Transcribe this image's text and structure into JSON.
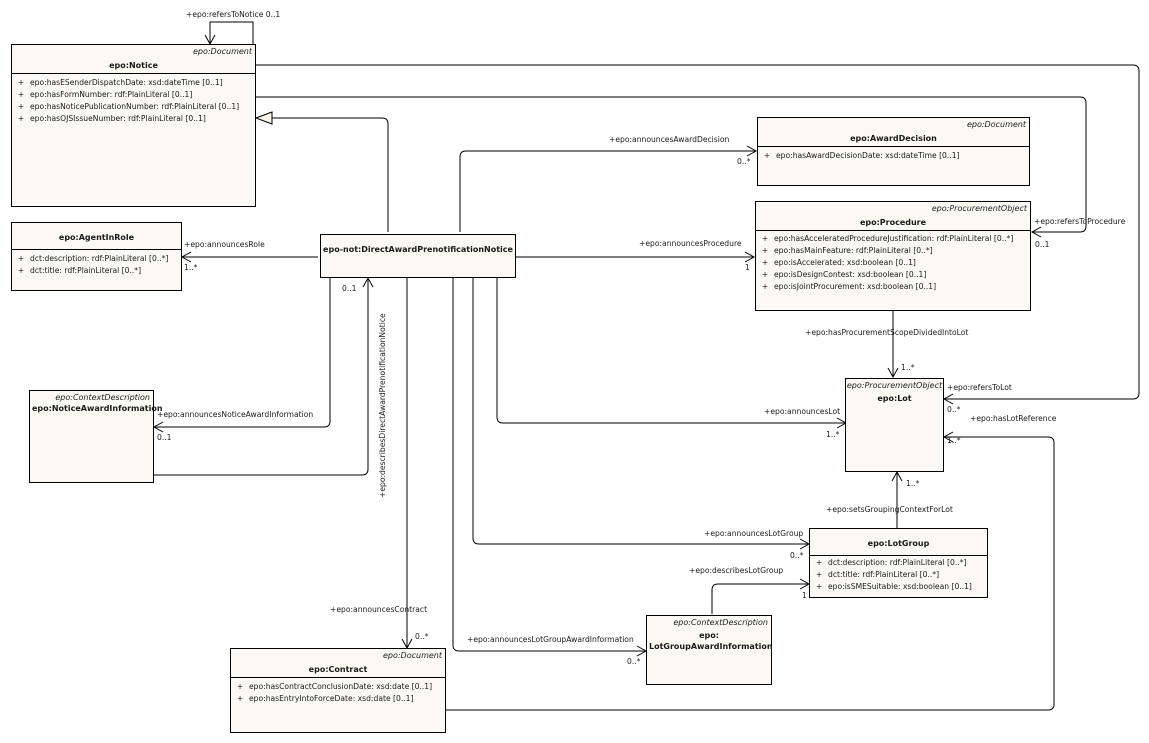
{
  "classes": {
    "notice": {
      "stereotype": "epo:Document",
      "name": "epo:Notice",
      "attributes": [
        {
          "vis": "+",
          "text": "epo:hasESenderDispatchDate: xsd:dateTime [0..1]"
        },
        {
          "vis": "+",
          "text": "epo:hasFormNumber: rdf:PlainLiteral [0..1]"
        },
        {
          "vis": "+",
          "text": "epo:hasNoticePublicationNumber: rdf:PlainLiteral [0..1]"
        },
        {
          "vis": "+",
          "text": "epo:hasOJSIssueNumber: rdf:PlainLiteral [0..1]"
        }
      ]
    },
    "agent_in_role": {
      "name": "epo:AgentInRole",
      "attributes": [
        {
          "vis": "+",
          "text": "dct:description: rdf:PlainLiteral [0..*]"
        },
        {
          "vis": "+",
          "text": "dct:title: rdf:PlainLiteral [0..*]"
        }
      ]
    },
    "direct_award": {
      "name": "epo-not:DirectAwardPrenotificationNotice"
    },
    "notice_award_info": {
      "stereotype": "epo:ContextDescription",
      "name": "epo:NoticeAwardInformation"
    },
    "award_decision": {
      "stereotype": "epo:Document",
      "name": "epo:AwardDecision",
      "attributes": [
        {
          "vis": "+",
          "text": "epo:hasAwardDecisionDate: xsd:dateTime [0..1]"
        }
      ]
    },
    "procedure": {
      "stereotype": "epo:ProcurementObject",
      "name": "epo:Procedure",
      "attributes": [
        {
          "vis": "+",
          "text": "epo:hasAcceleratedProcedureJustification: rdf:PlainLiteral [0..*]"
        },
        {
          "vis": "+",
          "text": "epo:hasMainFeature: rdf:PlainLiteral [0..*]"
        },
        {
          "vis": "+",
          "text": "epo:isAccelerated: xsd:boolean [0..1]"
        },
        {
          "vis": "+",
          "text": "epo:isDesignContest: xsd:boolean [0..1]"
        },
        {
          "vis": "+",
          "text": "epo:isJointProcurement: xsd:boolean [0..1]"
        }
      ]
    },
    "lot": {
      "stereotype": "epo:ProcurementObject",
      "name": "epo:Lot"
    },
    "lot_group": {
      "name": "epo:LotGroup",
      "attributes": [
        {
          "vis": "+",
          "text": "dct:description: rdf:PlainLiteral [0..*]"
        },
        {
          "vis": "+",
          "text": "dct:title: rdf:PlainLiteral [0..*]"
        },
        {
          "vis": "+",
          "text": "epo:isSMESuitable: xsd:boolean [0..1]"
        }
      ]
    },
    "lot_group_award_info": {
      "stereotype": "epo:ContextDescription",
      "name_line1": "epo:",
      "name_line2": "LotGroupAwardInformation"
    },
    "contract": {
      "stereotype": "epo:Document",
      "name": "epo:Contract",
      "attributes": [
        {
          "vis": "+",
          "text": "epo:hasContractConclusionDate: xsd:date [0..1]"
        },
        {
          "vis": "+",
          "text": "epo:hasEntryIntoForceDate: xsd:date [0..1]"
        }
      ]
    }
  },
  "associations": {
    "refers_to_notice": {
      "role": "+epo:refersToNotice 0..1"
    },
    "announces_role": {
      "role": "+epo:announcesRole",
      "mult": "1..*"
    },
    "describes_dapn": {
      "role": "+epo:describesDirectAwardPrenotificationNotice",
      "mult": "0..1"
    },
    "announces_nai": {
      "role": "+epo:announcesNoticeAwardInformation",
      "mult": "0..1"
    },
    "announces_award_decision": {
      "role": "+epo:announcesAwardDecision",
      "mult": "0..*"
    },
    "announces_procedure": {
      "role": "+epo:announcesProcedure",
      "mult": "1"
    },
    "refers_to_procedure": {
      "role": "+epo:refersToProcedure",
      "mult": "0..1"
    },
    "scope_divided": {
      "role": "+epo:hasProcurementScopeDividedIntoLot",
      "mult": "1..*"
    },
    "refers_to_lot": {
      "role": "+epo:refersToLot",
      "mult": "0..*"
    },
    "has_lot_reference": {
      "role": "+epo:hasLotReference",
      "mult": "1..*"
    },
    "announces_lot": {
      "role": "+epo:announcesLot",
      "mult": "1..*"
    },
    "sets_grouping": {
      "role": "+epo:setsGroupingContextForLot",
      "mult": "1..*"
    },
    "announces_lot_group": {
      "role": "+epo:announcesLotGroup",
      "mult": "0..*"
    },
    "describes_lot_group": {
      "role": "+epo:describesLotGroup",
      "mult": "1"
    },
    "announces_lgai": {
      "role": "+epo:announcesLotGroupAwardInformation",
      "mult": "0..*"
    },
    "announces_contract": {
      "role": "+epo:announcesContract",
      "mult": "0..*"
    }
  }
}
